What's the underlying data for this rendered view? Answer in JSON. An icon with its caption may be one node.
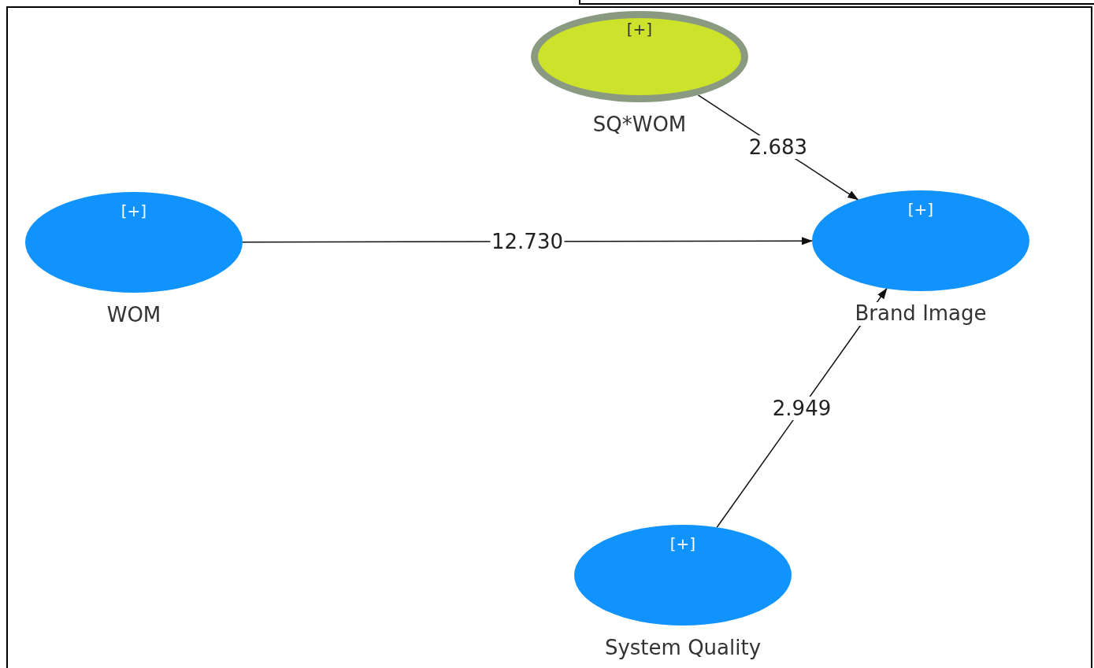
{
  "diagram": {
    "nodes": [
      {
        "text": [
          "[+]",
          "SQ*WOM"
        ]
      },
      {
        "text": [
          "[+]",
          "WOM"
        ]
      },
      {
        "text": [
          "[+]",
          "Brand Image"
        ]
      },
      {
        "text": [
          "[+]",
          "System Quality"
        ]
      }
    ],
    "edges": [
      {
        "from": 0,
        "to": 2,
        "arrow": "to",
        "label": "2.683"
      },
      {
        "from": 1,
        "to": 2,
        "arrow": "to",
        "label": "12.730"
      },
      {
        "from": 3,
        "to": 2,
        "arrow": "to",
        "label": "2.949"
      }
    ]
  }
}
